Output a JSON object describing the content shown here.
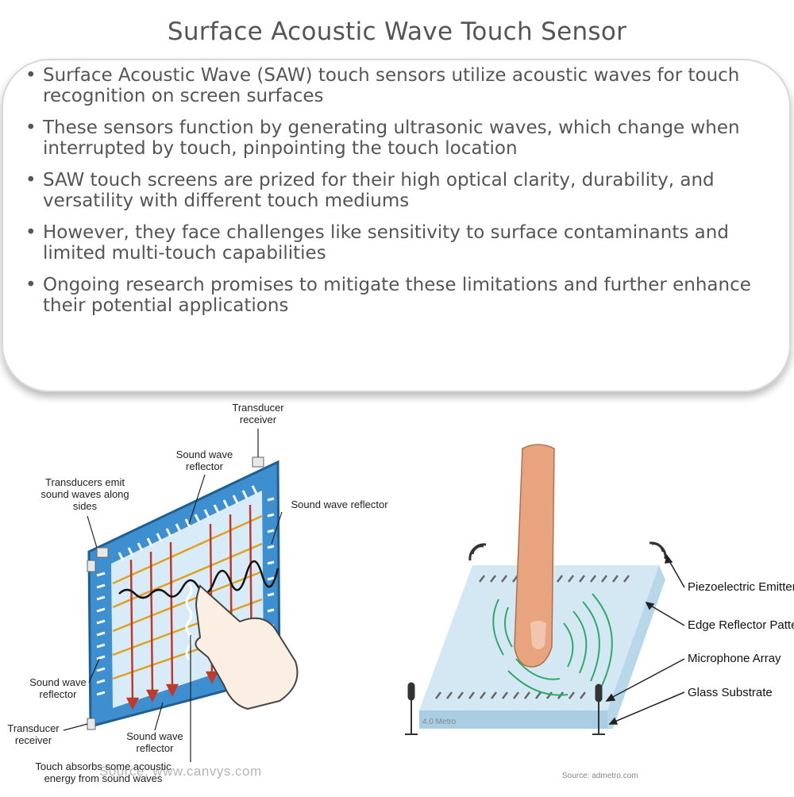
{
  "title": "Surface Acoustic Wave Touch Sensor",
  "bullets": [
    "Surface Acoustic Wave (SAW) touch sensors utilize acoustic waves for touch recognition on screen surfaces",
    "These sensors function by generating ultrasonic waves, which change when interrupted by touch, pinpointing the touch location",
    "SAW touch screens are prized for their high optical clarity, durability, and versatility with different touch mediums",
    "However, they face challenges like sensitivity to surface contaminants and limited multi-touch capabilities",
    "Ongoing research promises to mitigate these limitations and further enhance their potential applications"
  ],
  "figure_left": {
    "labels": {
      "transducer_receiver_top": "Transducer receiver",
      "sound_wave_reflector_top": "Sound wave reflector",
      "transducers_emit": "Transducers emit sound waves along sides",
      "sound_wave_reflector_right": "Sound wave reflector",
      "sound_wave_reflector_left": "Sound wave reflector",
      "transducer_receiver_bottom": "Transducer receiver",
      "sound_wave_reflector_bottom": "Sound wave reflector",
      "touch_absorbs": "Touch absorbs some acoustic energy from sound waves"
    },
    "watermark": "Source: www.canvys.com"
  },
  "figure_right": {
    "labels": {
      "piezo": "Piezoelectric Emitters",
      "edge": "Edge Reflector Pattern",
      "mic": "Microphone Array",
      "glass": "Glass Substrate",
      "brand": "4.0 Metro"
    },
    "source": "Source: admetro.com"
  },
  "colors": {
    "panel_blue": "#3d8fd0",
    "arrow_red": "#c0392b",
    "arrow_gold": "#e0a020",
    "glass": "#cfe6f3",
    "wave_green": "#2eaa6a",
    "text_gray": "#555555"
  }
}
